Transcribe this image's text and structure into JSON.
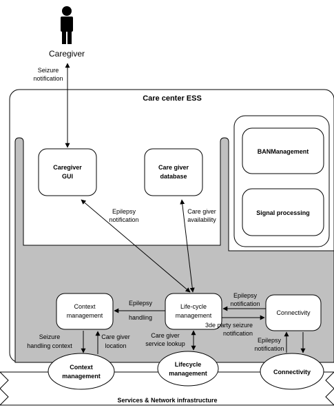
{
  "actor": {
    "label": "Caregiver",
    "icon": "person-icon"
  },
  "outer_system": {
    "title": "Care center ESS"
  },
  "components": {
    "caregiver_gui": [
      "Caregiver",
      "GUI"
    ],
    "caregiver_database": [
      "Care giver",
      "database"
    ],
    "ban_management": "BANManagement",
    "signal_processing": "Signal processing",
    "context_management": [
      "Context",
      "management"
    ],
    "lifecycle_management": [
      "Life-cycle",
      "management"
    ],
    "connectivity": "Connectivity"
  },
  "services": {
    "context": [
      "Context",
      "management"
    ],
    "lifecycle": [
      "Lifecycle",
      "management"
    ],
    "connectivity": "Connectivity"
  },
  "infrastructure_label": "Services & Network infrastructure",
  "edge_labels": {
    "seizure_notification": [
      "Seizure",
      "notification"
    ],
    "epilepsy_notification_gui": [
      "Epilepsy",
      "notification"
    ],
    "care_giver_availability": [
      "Care giver",
      "availability"
    ],
    "epilepsy_handling": [
      "Epilepsy",
      "handling"
    ],
    "epilepsy_notification_conn": [
      "Epilepsy",
      "notification"
    ],
    "third_party_seizure": [
      "3de party seizure",
      "notification"
    ],
    "seizure_handling_context": [
      "Seizure",
      "handling context"
    ],
    "care_giver_location": [
      "Care giver",
      "location"
    ],
    "care_giver_service_lookup": [
      "Care giver",
      "service lookup"
    ],
    "epilepsy_notification_bottom": [
      "Epilepsy",
      "notification"
    ]
  },
  "colors": {
    "shaded_area": "#c0c0c0",
    "line": "#000000",
    "background": "#ffffff"
  }
}
